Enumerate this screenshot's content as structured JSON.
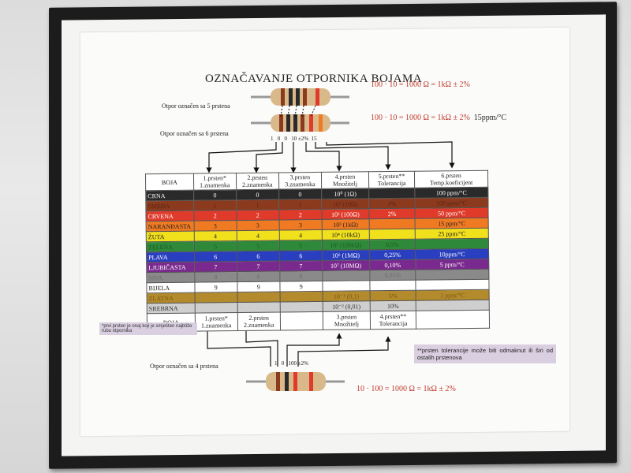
{
  "title": "OZNAČAVANJE OTPORNIKA BOJAMA",
  "labels": {
    "five_band": "Otpor označen sa 5 prstena",
    "six_band": "Otpor označen sa 6 prstena",
    "four_band": "Otpor označen sa 4 prstena",
    "six_band_digits": "1   0   0   10 ±2%  15",
    "four_band_digits": "1   0   100 ±2%"
  },
  "formulas": {
    "five_band": "100 · 10 = 1000 Ω = 1kΩ ± 2%",
    "six_band": "100 · 10 = 1000 Ω = 1kΩ ± 2%",
    "six_band_ppm": "15ppm/°C",
    "four_band": "10 · 100 = 1000 Ω = 1kΩ ± 2%"
  },
  "table": {
    "headers": [
      "BOJA",
      "1.prsten*\n1.znamenka",
      "2.prsten\n2.znamenka",
      "3.prsten\n3.znamenka",
      "4.prsten\nMnožitelj",
      "5.prsten**\nTolerancija",
      "6.prsten\nTemp.koeficijent"
    ],
    "rows": [
      {
        "name": "CRNA",
        "bg": "#2a2a2a",
        "fg": "#ffffff",
        "d1": "0",
        "d2": "0",
        "d3": "0",
        "mult": "10⁰ (1Ω)",
        "tol": "",
        "temp": "100 ppm/°C"
      },
      {
        "name": "SMEĐA",
        "bg": "#8b3a1e",
        "fg": "#5a2414",
        "d1": "1",
        "d2": "1",
        "d3": "1",
        "mult": "10¹ (10Ω)",
        "tol": "1%",
        "temp": "100 ppm/°C"
      },
      {
        "name": "CRVENA",
        "bg": "#e03a2a",
        "fg": "#ffffff",
        "d1": "2",
        "d2": "2",
        "d3": "2",
        "mult": "10² (100Ω)",
        "tol": "2%",
        "temp": "50 ppm/°C"
      },
      {
        "name": "NARANĐASTA",
        "bg": "#f07a22",
        "fg": "#222222",
        "d1": "3",
        "d2": "3",
        "d3": "3",
        "mult": "10³ (1kΩ)",
        "tol": "",
        "temp": "15 ppm/°C"
      },
      {
        "name": "ŽUTA",
        "bg": "#f1e01c",
        "fg": "#222222",
        "d1": "4",
        "d2": "4",
        "d3": "4",
        "mult": "10⁴ (10kΩ)",
        "tol": "",
        "temp": "25 ppm/°C"
      },
      {
        "name": "ZELENA",
        "bg": "#2e8a3a",
        "fg": "#1d5a26",
        "d1": "5",
        "d2": "5",
        "d3": "5",
        "mult": "10⁵ (100kΩ)",
        "tol": "0,5%",
        "temp": ""
      },
      {
        "name": "PLAVA",
        "bg": "#2a3fbf",
        "fg": "#ffffff",
        "d1": "6",
        "d2": "6",
        "d3": "6",
        "mult": "10⁶ (1MΩ)",
        "tol": "0,25%",
        "temp": "10ppm/°C"
      },
      {
        "name": "LJUBIČASTA",
        "bg": "#7a2a8e",
        "fg": "#ffffff",
        "d1": "7",
        "d2": "7",
        "d3": "7",
        "mult": "10⁷ (10MΩ)",
        "tol": "0,10%",
        "temp": "5 ppm/°C"
      },
      {
        "name": "SIVA",
        "bg": "#8a8a8a",
        "fg": "#6e6e6e",
        "d1": "8",
        "d2": "8",
        "d3": "8",
        "mult": "",
        "tol": "0,05%",
        "temp": ""
      },
      {
        "name": "BIJELA",
        "bg": "#ffffff",
        "fg": "#222222",
        "d1": "9",
        "d2": "9",
        "d3": "9",
        "mult": "",
        "tol": "",
        "temp": ""
      },
      {
        "name": "ZLATNA",
        "bg": "#b38a2c",
        "fg": "#7a5a14",
        "d1": "",
        "d2": "",
        "d3": "",
        "mult": "10⁻¹ (0,1)",
        "tol": "5%",
        "temp": "1 ppm/°C"
      },
      {
        "name": "SREBRNA",
        "bg": "#cfcfcf",
        "fg": "#333333",
        "d1": "",
        "d2": "",
        "d3": "",
        "mult": "10⁻² (0,01)",
        "tol": "10%",
        "temp": ""
      }
    ],
    "footer": [
      "BOJA",
      "1.prsten*\n1.znamenka",
      "2.prsten\n2.znamenka",
      "",
      "3.prsten\nMnožitelj",
      "4.prsten**\nTolerancija",
      ""
    ]
  },
  "notes": {
    "first_band": "*prvi prsten je onaj koji je smješten najbliže rubu otpornika",
    "tolerance_band": "**prsten tolerancije može biti odmaknut ili širi od ostalih prstenova"
  }
}
